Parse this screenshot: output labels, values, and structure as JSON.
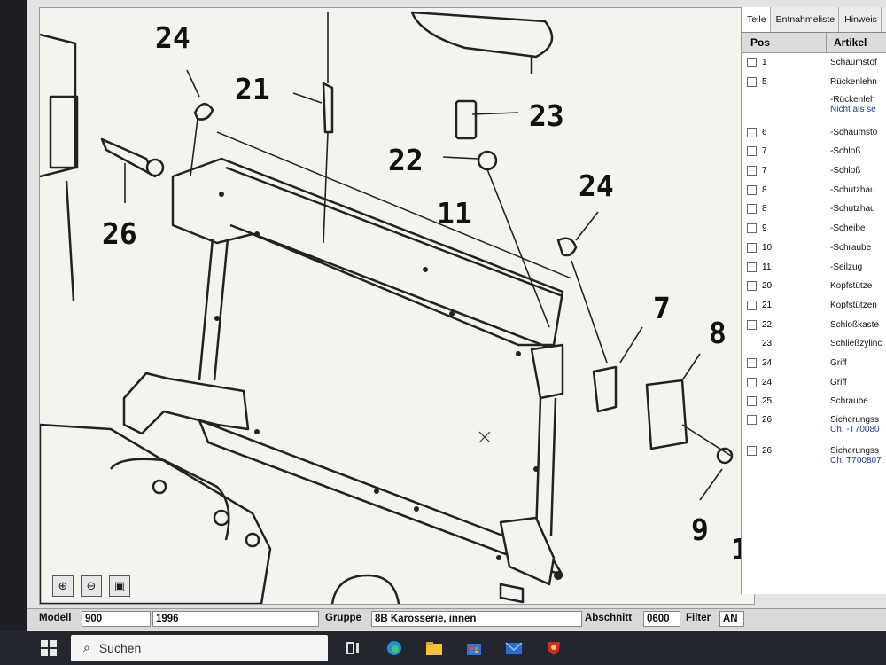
{
  "tabs": [
    "Teile",
    "Entnahmeliste",
    "Hinweis"
  ],
  "columns": {
    "pos": "Pos",
    "artikel": "Artikel"
  },
  "parts": [
    {
      "pos": "1",
      "artikel": "Schaumstof",
      "cb": true
    },
    {
      "pos": "5",
      "artikel": "Rückenlehn",
      "cb": true
    },
    {
      "pos": "",
      "artikel": "-Rückenleh",
      "sub": "Nicht als se",
      "cb": false
    },
    {
      "pos": "6",
      "artikel": "-Schaumsto",
      "cb": true
    },
    {
      "pos": "7",
      "artikel": "-Schloß",
      "cb": true
    },
    {
      "pos": "7",
      "artikel": "-Schloß",
      "cb": true
    },
    {
      "pos": "8",
      "artikel": "-Schutzhau",
      "cb": true
    },
    {
      "pos": "8",
      "artikel": "-Schutzhau",
      "cb": true
    },
    {
      "pos": "9",
      "artikel": "-Scheibe",
      "cb": true
    },
    {
      "pos": "10",
      "artikel": "-Schraube",
      "cb": true
    },
    {
      "pos": "11",
      "artikel": "-Seilzug",
      "cb": true
    },
    {
      "pos": "20",
      "artikel": "Kopfstütze",
      "cb": true
    },
    {
      "pos": "21",
      "artikel": "Kopfstützen",
      "cb": true
    },
    {
      "pos": "22",
      "artikel": "Schloßkaste",
      "cb": true
    },
    {
      "pos": "23",
      "artikel": "Schließzylinc",
      "cb": false
    },
    {
      "pos": "24",
      "artikel": "Griff",
      "cb": true
    },
    {
      "pos": "24",
      "artikel": "Griff",
      "cb": true
    },
    {
      "pos": "25",
      "artikel": "Schraube",
      "cb": true
    },
    {
      "pos": "26",
      "artikel": "Sicherungss",
      "sub": "Ch. -T70080",
      "cb": true
    },
    {
      "pos": "26",
      "artikel": "Sicherungss",
      "sub": "Ch. T700807",
      "cb": true
    }
  ],
  "diagram_labels": [
    "24",
    "21",
    "23",
    "22",
    "11",
    "24",
    "26",
    "7",
    "8",
    "9",
    "1"
  ],
  "status": {
    "modell_label": "Modell",
    "modell_value": "900",
    "year_value": "1996",
    "gruppe_label": "Gruppe",
    "gruppe_value": "8B Karosserie, innen",
    "abschnitt_label": "Abschnitt",
    "abschnitt_value": "0600",
    "filter_label": "Filter",
    "filter_value": "AN"
  },
  "taskbar": {
    "search_placeholder": "Suchen"
  },
  "icons": [
    "zoom-in-icon",
    "zoom-out-icon",
    "fit-page-icon",
    "windows-start-icon",
    "search-icon",
    "task-view-icon",
    "edge-icon",
    "file-explorer-icon",
    "store-icon",
    "mail-icon",
    "app-icon"
  ]
}
